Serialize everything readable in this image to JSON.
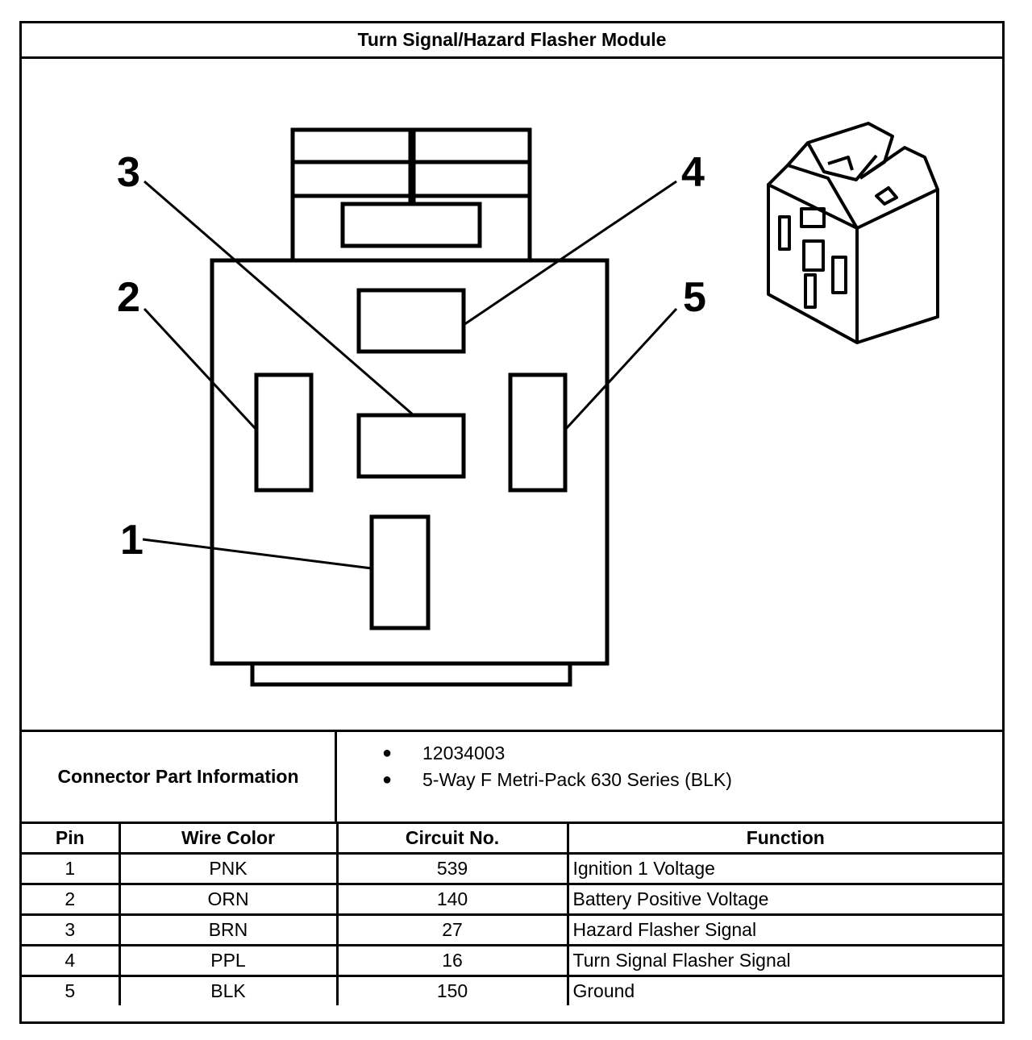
{
  "title": "Turn Signal/Hazard Flasher Module",
  "diagram": {
    "pin_labels": [
      "1",
      "2",
      "3",
      "4",
      "5"
    ],
    "inset_icon": "connector-3d-view-icon"
  },
  "connector_info": {
    "label": "Connector Part Information",
    "items": [
      "12034003",
      "5-Way F Metri-Pack 630 Series (BLK)"
    ]
  },
  "table": {
    "headers": [
      "Pin",
      "Wire Color",
      "Circuit No.",
      "Function"
    ],
    "rows": [
      [
        "1",
        "PNK",
        "539",
        "Ignition 1 Voltage"
      ],
      [
        "2",
        "ORN",
        "140",
        "Battery Positive Voltage"
      ],
      [
        "3",
        "BRN",
        "27",
        "Hazard Flasher Signal"
      ],
      [
        "4",
        "PPL",
        "16",
        "Turn Signal Flasher Signal"
      ],
      [
        "5",
        "BLK",
        "150",
        "Ground"
      ]
    ]
  }
}
